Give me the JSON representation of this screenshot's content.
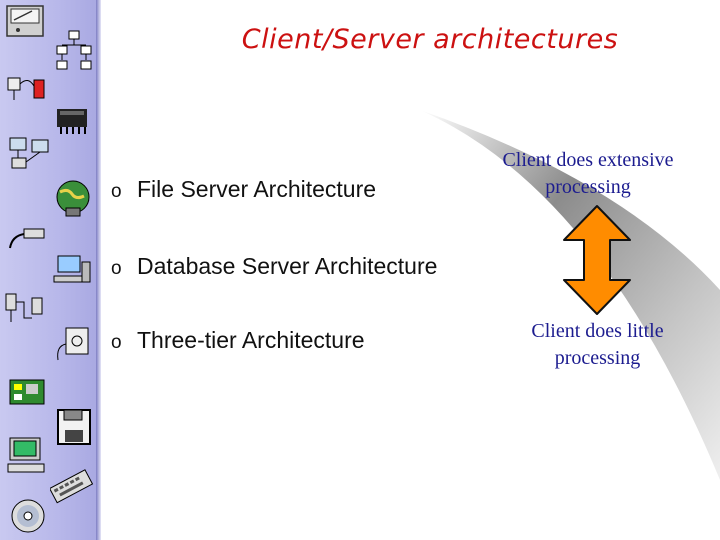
{
  "slide": {
    "title": "Client/Server architectures",
    "bullet_marker": "o",
    "bullets": [
      "File Server Architecture",
      "Database Server Architecture",
      "Three-tier Architecture"
    ]
  },
  "annotations": {
    "client_does_extensive": "Client does extensive processing",
    "client_does_little": "Client does little processing"
  },
  "sidebar": {
    "icons": [
      "meter-icon",
      "network-tree-icon",
      "plug-icon",
      "chip-icon",
      "computer-network-icon",
      "globe-icon",
      "cable-icon",
      "workstation-icon",
      "circuit-icon",
      "socket-icon",
      "circuit-board-icon",
      "floppy-disk-icon",
      "pc-icon",
      "keyboard-icon",
      "cd-icon"
    ]
  },
  "colors": {
    "title": "#cc1111",
    "annotation_text": "#1c1c8f",
    "arrow_fill": "#ff8c00",
    "sidebar": "#b8b8ea"
  }
}
